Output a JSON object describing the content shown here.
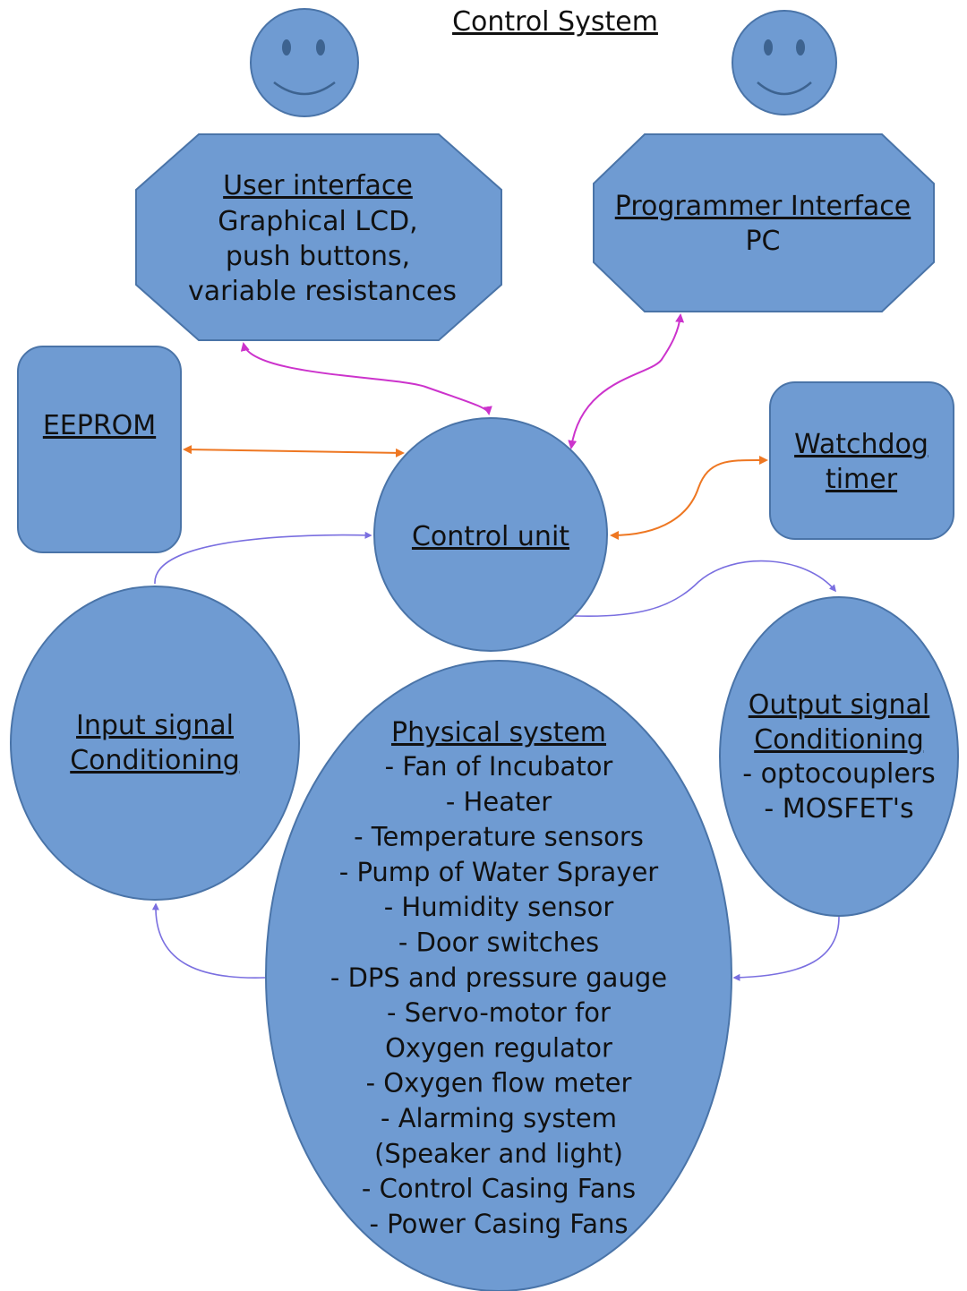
{
  "title": "Control System",
  "nodes": {
    "user_interface": {
      "heading": "User interface",
      "lines": [
        "Graphical LCD,",
        "push buttons,",
        "variable resistances"
      ]
    },
    "programmer_interface": {
      "heading": "Programmer Interface",
      "lines": [
        "PC"
      ]
    },
    "eeprom": {
      "heading": "EEPROM"
    },
    "watchdog": {
      "heading": [
        "Watchdog",
        "timer"
      ]
    },
    "control_unit": {
      "heading": "Control unit"
    },
    "input_conditioning": {
      "heading": [
        "Input signal",
        "Conditioning"
      ]
    },
    "output_conditioning": {
      "heading": [
        "Output signal",
        "Conditioning"
      ],
      "lines": [
        "- optocouplers",
        "- MOSFET's"
      ]
    },
    "physical_system": {
      "heading": "Physical system",
      "lines": [
        "- Fan of Incubator",
        "- Heater",
        "- Temperature sensors",
        "- Pump of Water Sprayer",
        "- Humidity sensor",
        "- Door switches",
        "- DPS and pressure gauge",
        "- Servo-motor for",
        "Oxygen regulator",
        "- Oxygen flow meter",
        "- Alarming system",
        "(Speaker and light)",
        "- Control Casing Fans",
        "- Power Casing Fans"
      ]
    }
  },
  "colors": {
    "shape_fill": "#6f9bd2",
    "user_link": "#cc33cc",
    "memory_link": "#ee7722",
    "signal_link": "#7a6fe0"
  }
}
